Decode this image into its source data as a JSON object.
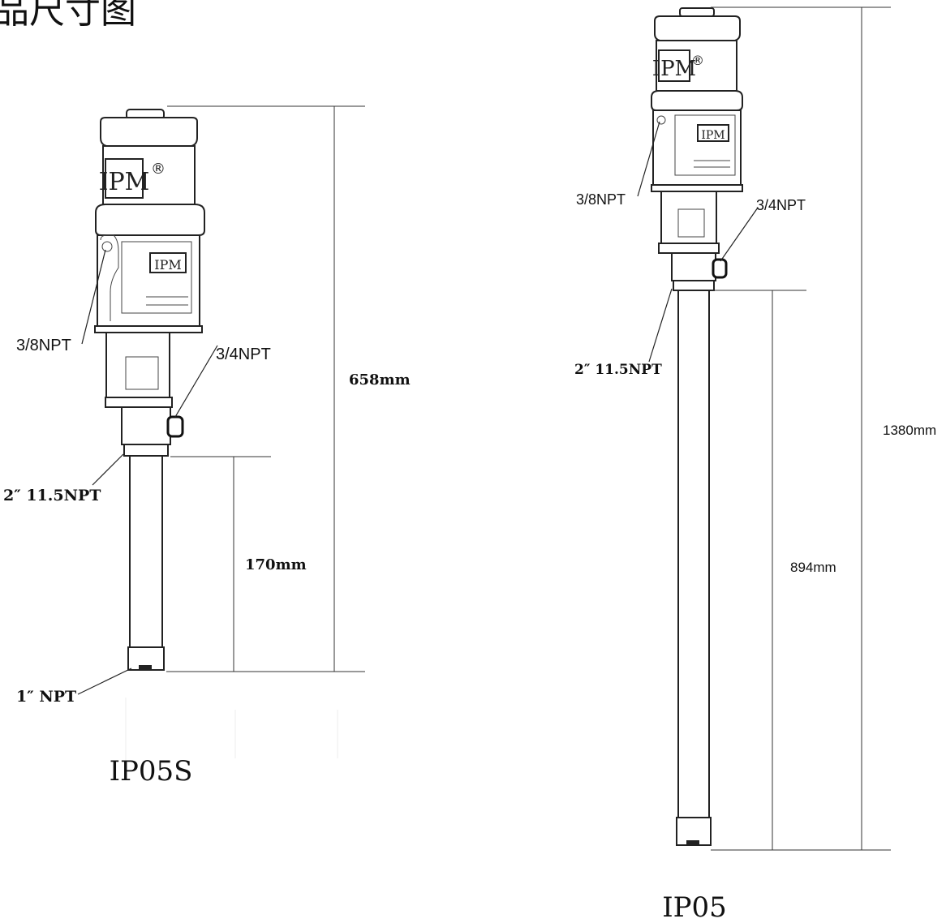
{
  "heading": "品尺寸图",
  "brand": "IPM",
  "brand_mark": "®",
  "left_pump": {
    "model": "IP05S",
    "air_inlet": "3/8NPT",
    "outlet": "3/4NPT",
    "bung": "2″ 11.5NPT",
    "inlet": "1″ NPT",
    "overall_height": "658mm",
    "tube_length": "170mm"
  },
  "right_pump": {
    "model": "IP05",
    "air_inlet": "3/8NPT",
    "outlet": "3/4NPT",
    "bung": "2″ 11.5NPT",
    "overall_height": "1380mm",
    "tube_length": "894mm"
  }
}
